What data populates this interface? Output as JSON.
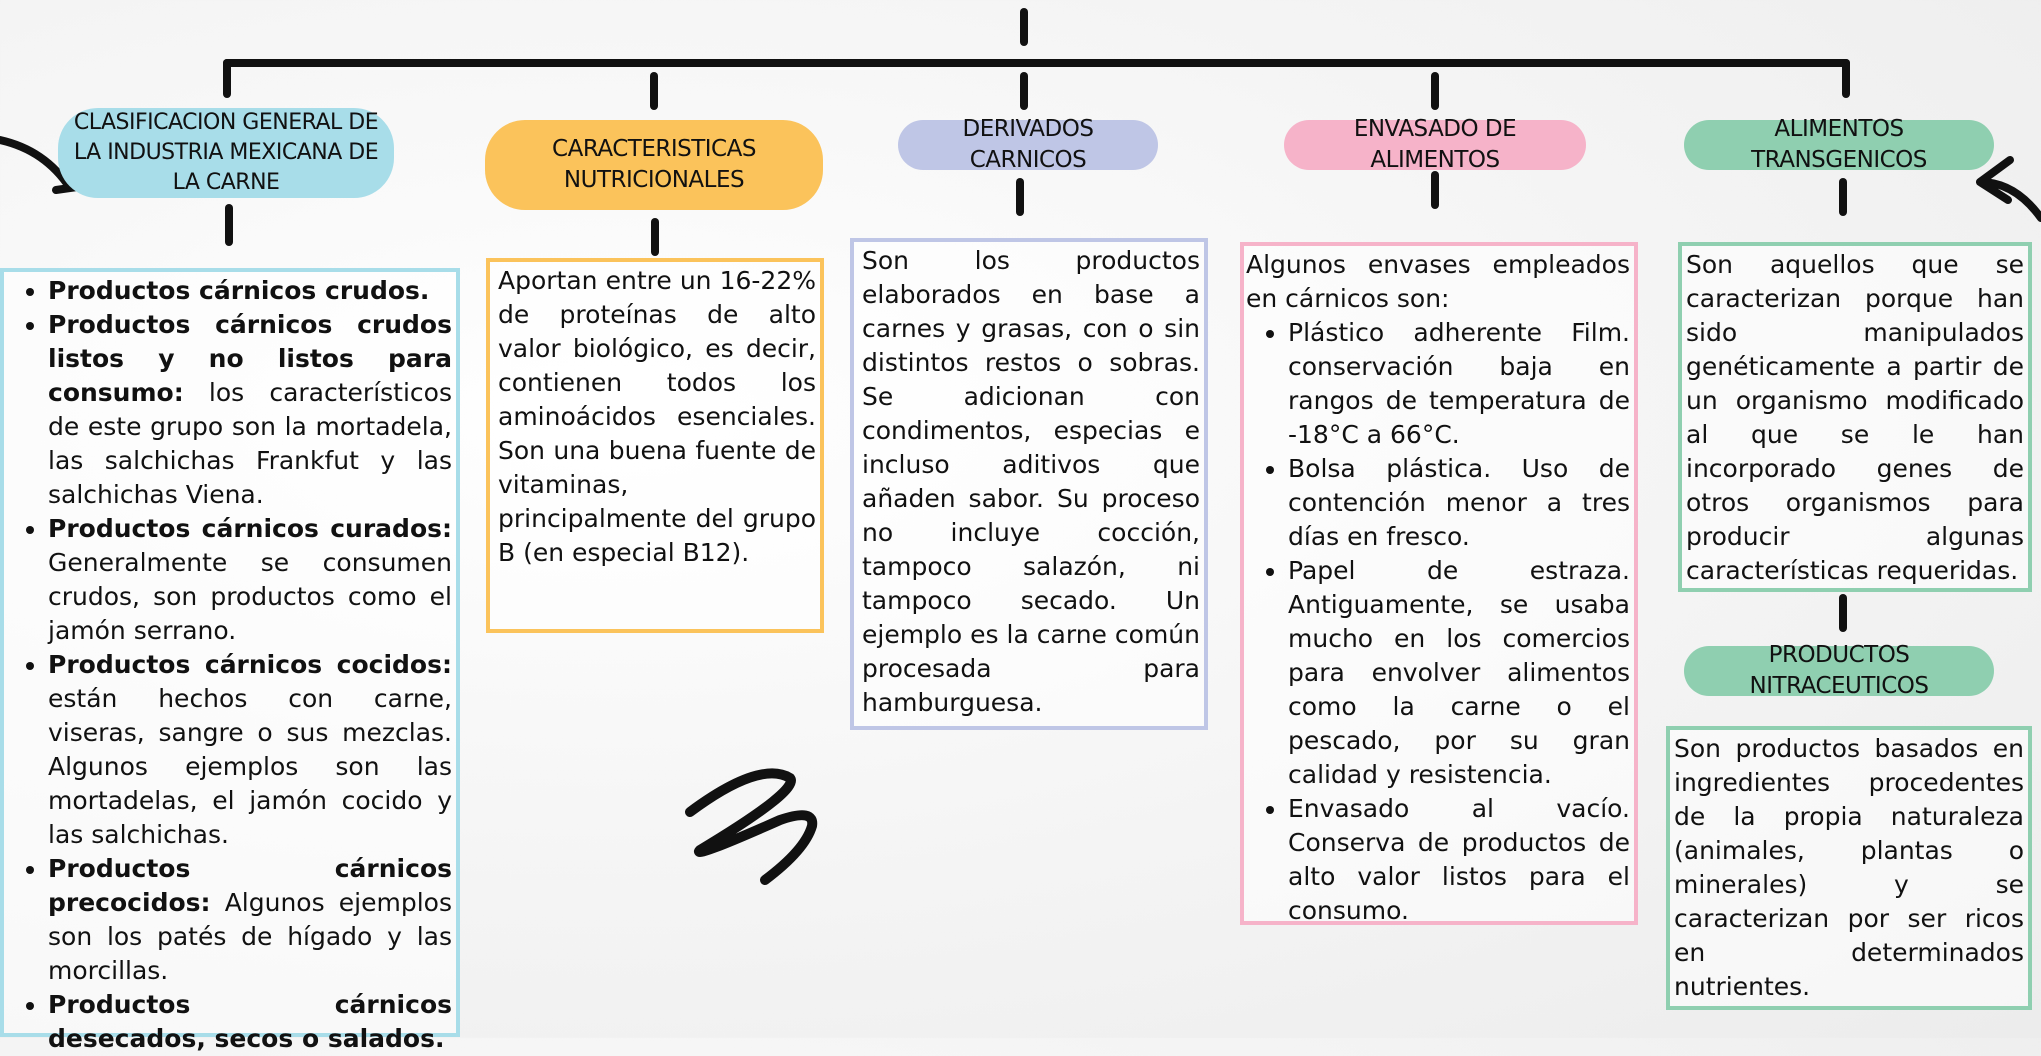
{
  "colors": {
    "blue": "#a8dde9",
    "yellow": "#fbc35b",
    "lavender": "#bfc6e6",
    "pink": "#f6b3c9",
    "green": "#8fcfb0",
    "line": "#111111"
  },
  "categories": [
    {
      "title": "CLASIFICACION GENERAL DE LA INDUSTRIA MEXICANA DE LA CARNE",
      "items": [
        {
          "bold": "Productos cárnicos crudos.",
          "text": ""
        },
        {
          "bold": "Productos cárnicos crudos listos y no listos para consumo:",
          "text": " los característicos de este grupo son la mortadela, las salchichas Frankfut y las salchichas Viena."
        },
        {
          "bold": "Productos cárnicos curados:",
          "text": " Generalmente se consumen crudos, son productos como el jamón serrano."
        },
        {
          "bold": "Productos cárnicos cocidos:",
          "text": " están hechos con carne, viseras, sangre o sus mezclas. Algunos ejemplos son las mortadelas, el jamón cocido y las salchichas."
        },
        {
          "bold": "Productos cárnicos precocidos:",
          "text": " Algunos ejemplos son los patés de hígado y las morcillas."
        },
        {
          "bold": "Productos cárnicos desecados, secos o salados.",
          "text": ""
        }
      ]
    },
    {
      "title": "CARACTERISTICAS NUTRICIONALES",
      "text": "Aportan entre un 16-22% de proteínas de alto valor biológico, es decir, contienen todos los aminoácidos esenciales. Son una buena fuente de vitaminas, principalmente del grupo B (en especial B12)."
    },
    {
      "title": "DERIVADOS CARNICOS",
      "text": "Son los productos elaborados en base a carnes y grasas, con o sin distintos restos o sobras. Se adicionan con condimentos, especias e incluso aditivos que añaden sabor. Su proceso no incluye cocción, tampoco salazón, ni tampoco secado. Un ejemplo es la carne común procesada para hamburguesa."
    },
    {
      "title": "ENVASADO DE ALIMENTOS",
      "intro": "Algunos envases empleados en cárnicos son:",
      "items": [
        "Plástico adherente Film. conservación baja en rangos de temperatura de -18°C a 66°C.",
        "Bolsa plástica. Uso de contención menor a tres días en fresco.",
        "Papel de estraza. Antiguamente, se usaba mucho en los comercios para envolver alimentos como la carne o el pescado, por su gran calidad y resistencia.",
        "Envasado al vacío. Conserva de productos de alto valor listos para el consumo."
      ]
    },
    {
      "title": "ALIMENTOS TRANSGENICOS",
      "text": "Son aquellos que se caracterizan porque han sido manipulados genéticamente a partir de un organismo modificado al que se le han incorporado genes de otros organismos para producir algunas características requeridas."
    },
    {
      "title": "PRODUCTOS NITRACEUTICOS",
      "text": "Son productos basados en ingredientes procedentes de la propia naturaleza (animales, plantas o minerales) y se caracterizan por ser ricos en determinados nutrientes."
    }
  ]
}
